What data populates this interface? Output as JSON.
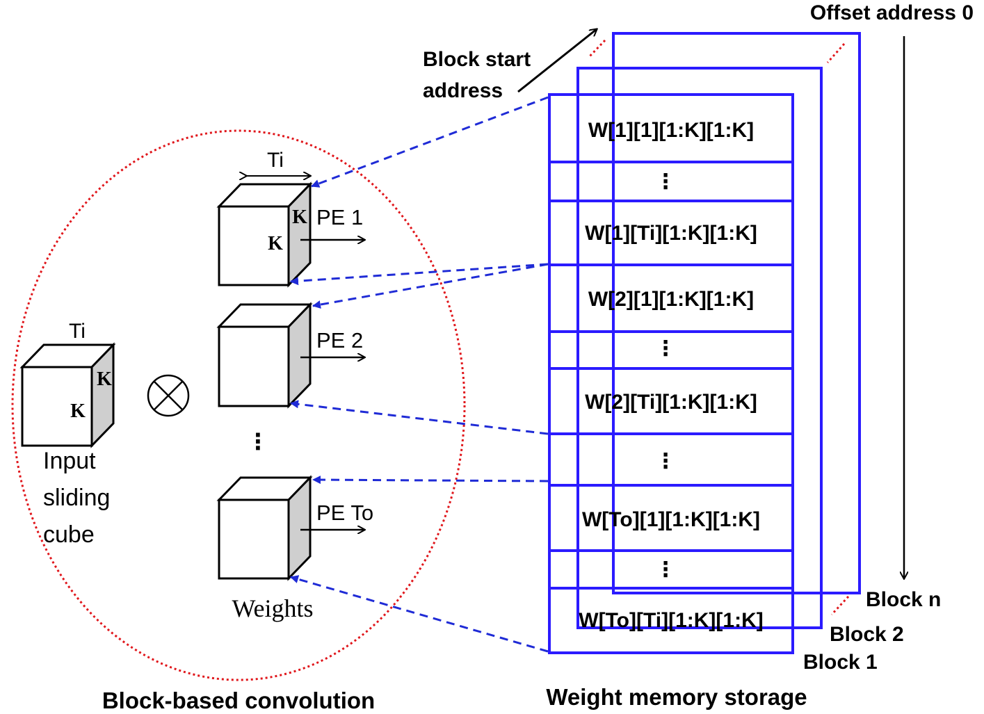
{
  "memory": {
    "title": "Weight memory storage",
    "offset_label": "Offset address 0",
    "block_start_label_line1": "Block start",
    "block_start_label_line2": "address",
    "blocks": [
      "Block 1",
      "Block 2",
      "Block n"
    ],
    "rows": [
      "W[1][1][1:K][1:K]",
      "⋮",
      "W[1][Ti][1:K][1:K]",
      "W[2][1][1:K][1:K]",
      "⋮",
      "W[2][Ti][1:K][1:K]",
      "⋮",
      "W[To][1][1:K][1:K]",
      "⋮",
      "W[To][Ti][1:K][1:K]"
    ]
  },
  "convolution": {
    "title": "Block-based convolution",
    "input_dim_top": "Ti",
    "input_dim_k_side": "K",
    "input_dim_k_front": "K",
    "input_label_line1": "Input",
    "input_label_line2": "sliding",
    "input_label_line3": "cube",
    "operator": "⊗",
    "weights_dim_top": "Ti",
    "weights_dim_k_side": "K",
    "weights_dim_k_front": "K",
    "pe_labels": [
      "PE 1",
      "PE 2",
      "PE To"
    ],
    "ellipsis": "⋮",
    "weights_label": "Weights"
  },
  "colors": {
    "memory_blue": "#2b1bff",
    "arrow_blue": "#1f2bd6",
    "ellipse_red": "#e0161b",
    "cube_side": "#cfcfcf"
  }
}
